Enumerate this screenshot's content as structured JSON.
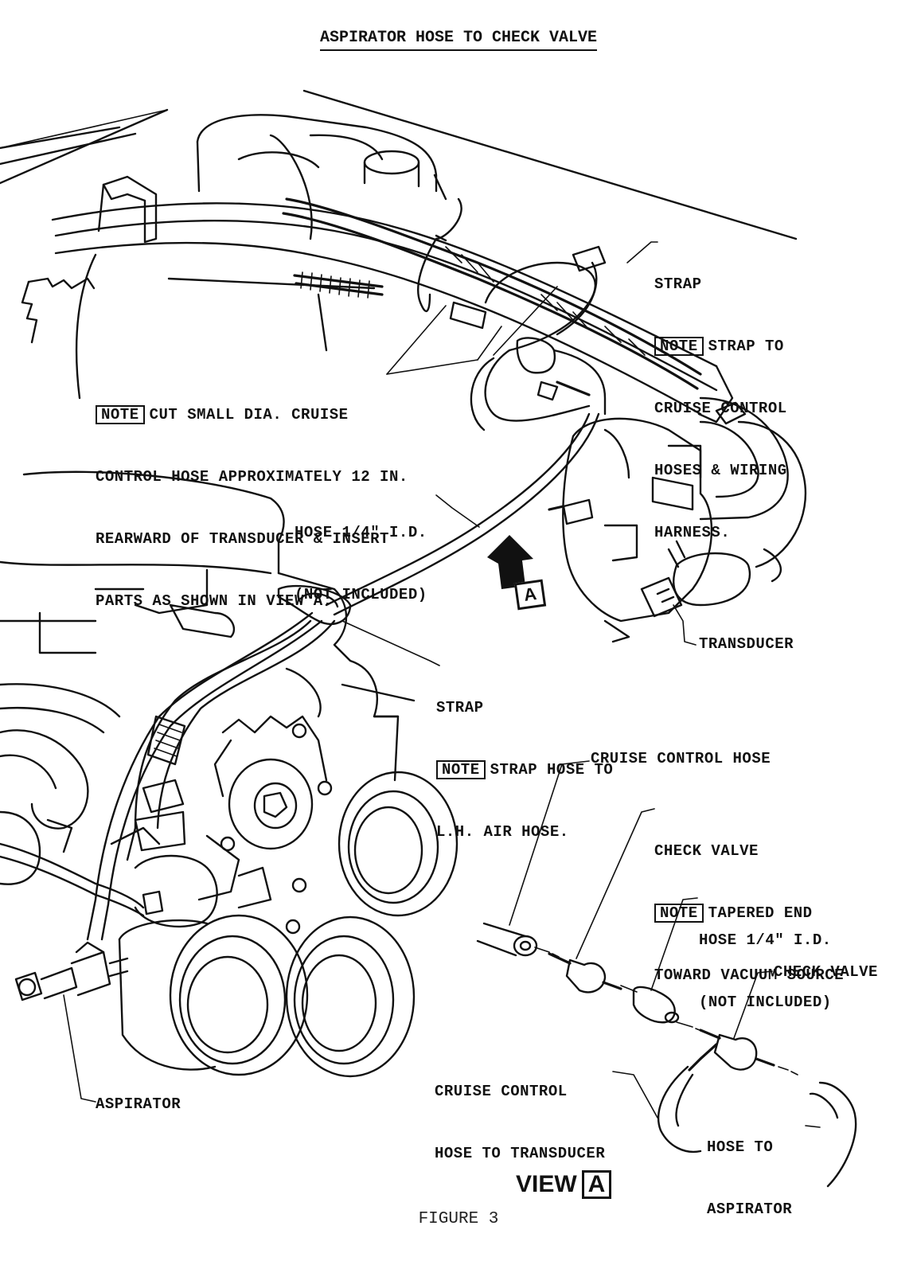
{
  "title": "ASPIRATOR HOSE TO CHECK VALVE",
  "caption": "FIGURE 3",
  "view": {
    "label": "VIEW",
    "marker": "A"
  },
  "arrow_marker": "A",
  "labels": {
    "strap_top": {
      "line1": "STRAP",
      "note": "NOTE",
      "line2": "STRAP TO",
      "line3": "CRUISE CONTROL",
      "line4": "HOSES & WIRING",
      "line5": "HARNESS."
    },
    "note_cut": {
      "note": "NOTE",
      "line1": "CUT SMALL DIA. CRUISE",
      "line2": "CONTROL HOSE APPROXIMATELY 12 IN.",
      "line3": "REARWARD OF TRANSDUCER & INSERT",
      "line4": "PARTS AS SHOWN IN VIEW A."
    },
    "hose_upper": {
      "line1": "HOSE 1/4\" I.D.",
      "line2": "(NOT INCLUDED)"
    },
    "transducer": "TRANSDUCER",
    "strap_mid": {
      "line1": "STRAP",
      "note": "NOTE",
      "line2": "STRAP HOSE TO",
      "line3": "L.H. AIR HOSE."
    },
    "cruise_control_hose": "CRUISE CONTROL HOSE",
    "check_valve_1": {
      "line1": "CHECK VALVE",
      "note": "NOTE",
      "line2": "TAPERED END",
      "line3": "TOWARD VACUUM SOURCE"
    },
    "hose_lower": {
      "line1": "HOSE 1/4\" I.D.",
      "line2": "(NOT INCLUDED)"
    },
    "check_valve_2": "CHECK VALVE",
    "cc_hose_to_transducer": {
      "line1": "CRUISE CONTROL",
      "line2": "HOSE TO TRANSDUCER"
    },
    "hose_to_aspirator": {
      "line1": "HOSE TO",
      "line2": "ASPIRATOR"
    },
    "aspirator": "ASPIRATOR"
  }
}
